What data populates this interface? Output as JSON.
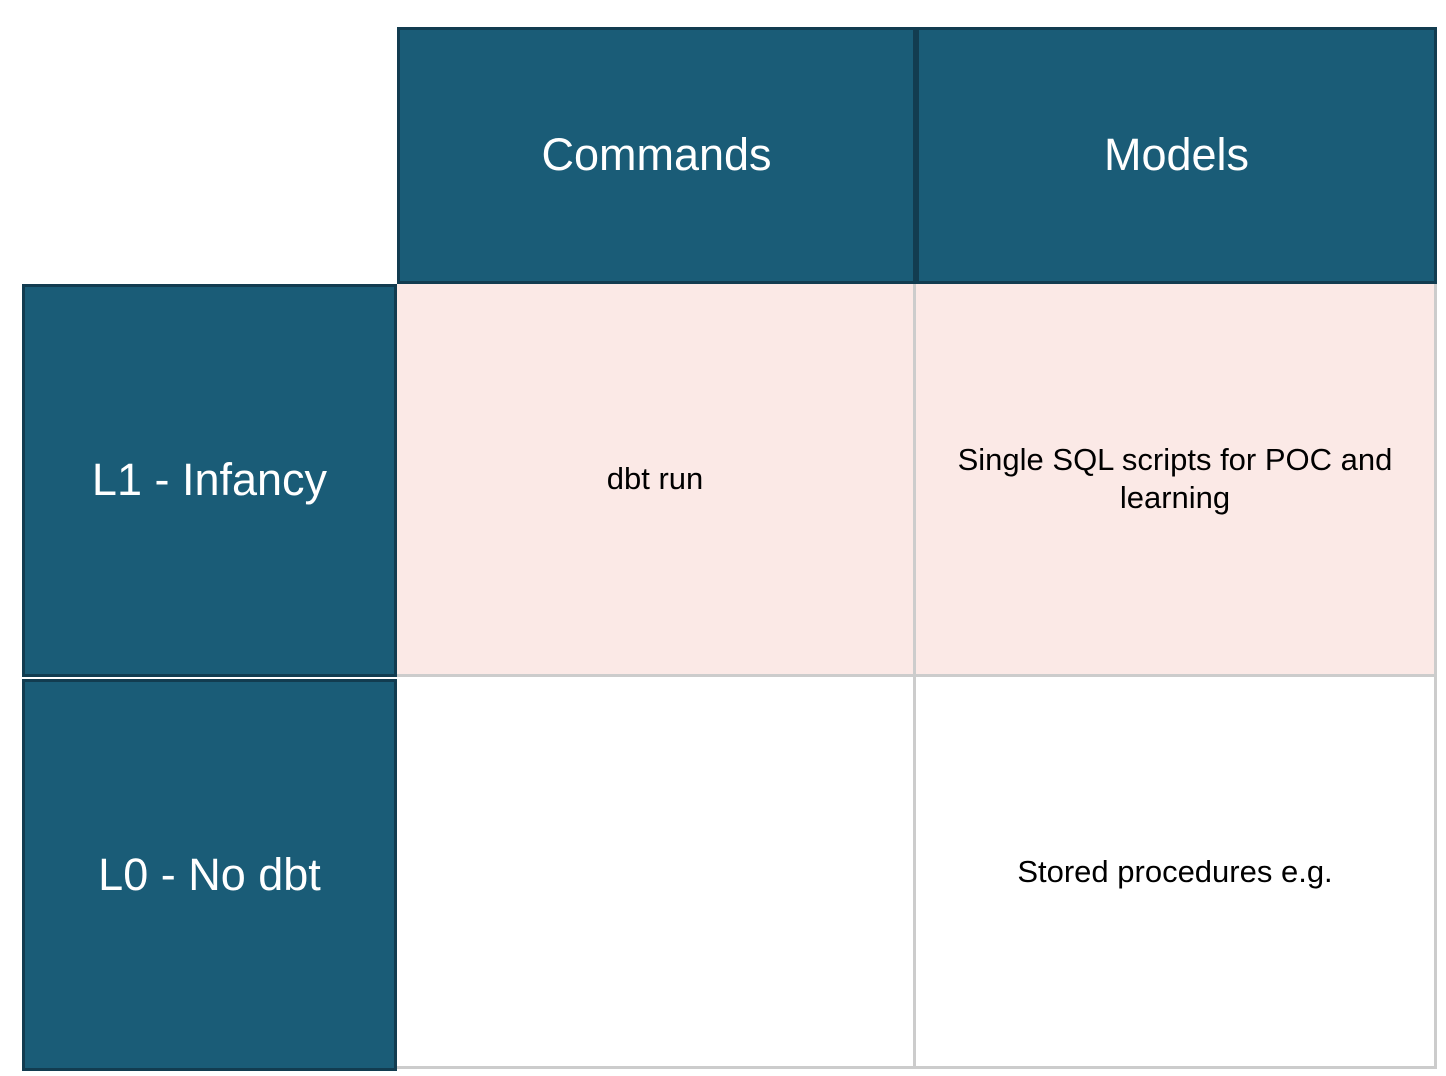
{
  "matrix": {
    "corner_label": "",
    "columns": [
      {
        "id": "commands",
        "label": "Commands"
      },
      {
        "id": "models",
        "label": "Models"
      }
    ],
    "rows": [
      {
        "id": "l1-infancy",
        "label": "L1 - Infancy",
        "cells": [
          {
            "column": "commands",
            "text": "dbt run"
          },
          {
            "column": "models",
            "text": "Single SQL scripts for POC and learning"
          }
        ]
      },
      {
        "id": "l0-no-dbt",
        "label": "L0 - No dbt",
        "cells": [
          {
            "column": "commands",
            "text": ""
          },
          {
            "column": "models",
            "text": "Stored procedures e.g."
          }
        ]
      }
    ]
  },
  "colors": {
    "header_fill": "#1a5c77",
    "header_border": "#123c50",
    "header_text": "#ffffff",
    "row_l1_fill": "#fbe9e6",
    "row_l0_fill": "#ffffff",
    "grid_line": "#cccccc",
    "body_text": "#000000",
    "page_background": "#ffffff"
  }
}
